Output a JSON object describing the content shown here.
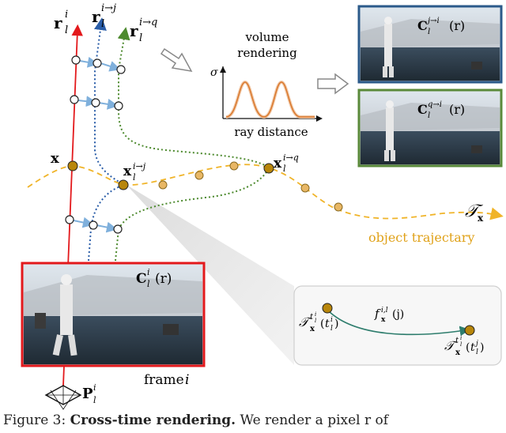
{
  "rays": {
    "main_label": "r",
    "main_sup": "i",
    "main_sub": "l",
    "ray_j_label": "r",
    "ray_j_sup": "i→j",
    "ray_j_sub": "l",
    "ray_q_label": "r",
    "ray_q_sup": "i→q",
    "ray_q_sub": "l"
  },
  "point_x": "x",
  "point_xj": {
    "base": "x",
    "sup": "i→j",
    "sub": "l"
  },
  "point_xq": {
    "base": "x",
    "sup": "i→q",
    "sub": "l"
  },
  "volume_rendering": {
    "title_line1": "volume",
    "title_line2": "rendering",
    "y_label": "σ",
    "x_label": "ray distance"
  },
  "render_top": {
    "base": "C",
    "sup": "j→i",
    "sub": "l",
    "arg": "(r)"
  },
  "render_bottom": {
    "base": "C",
    "sup": "q→i",
    "sub": "l",
    "arg": "(r)"
  },
  "frame_color": {
    "base": "C",
    "sup": "i",
    "sub": "l",
    "arg": "(r)"
  },
  "trajectory": {
    "symbol": "𝒯",
    "sub": "x",
    "label": "object trajectary"
  },
  "frame_label": {
    "text": "frame",
    "var": "i"
  },
  "camera": {
    "base": "P",
    "sup": "i",
    "sub": "l"
  },
  "inset": {
    "start_base": "𝒯",
    "start_sub": "x",
    "start_sup": "t",
    "start_sup_sub": "l",
    "start_sup_sup": "i",
    "start_arg_base": "t",
    "start_arg_sup": "i",
    "start_arg_sub": "l",
    "func_base": "f",
    "func_sub": "x",
    "func_sup": "i,l",
    "func_arg": "(j)",
    "end_base": "𝒯",
    "end_sub": "x",
    "end_sup": "t",
    "end_sup_sub": "l",
    "end_sup_sup": "i",
    "end_arg_base": "t",
    "end_arg_sup": "j",
    "end_arg_sub": "l"
  },
  "caption": {
    "prefix": "Figure 3:",
    "bold": "Cross-time rendering.",
    "rest": "We render a pixel r of"
  },
  "colors": {
    "main_ray": "#e3191c",
    "ray_j": "#2a5da8",
    "ray_q": "#4d8a2e",
    "trajectory": "#f0b429",
    "point_fill": "#b8860b",
    "traj_point_fill": "#e8b765",
    "top_frame_border": "#2b5a8a",
    "bottom_frame_border": "#5a8a3a",
    "frame_border": "#e3191c",
    "curve": "#d9772b",
    "inset_arrow": "#2e7d6d"
  },
  "icons": [
    "camera-frustum-icon",
    "hollow-arrow-icon",
    "photo-thumbnail"
  ]
}
